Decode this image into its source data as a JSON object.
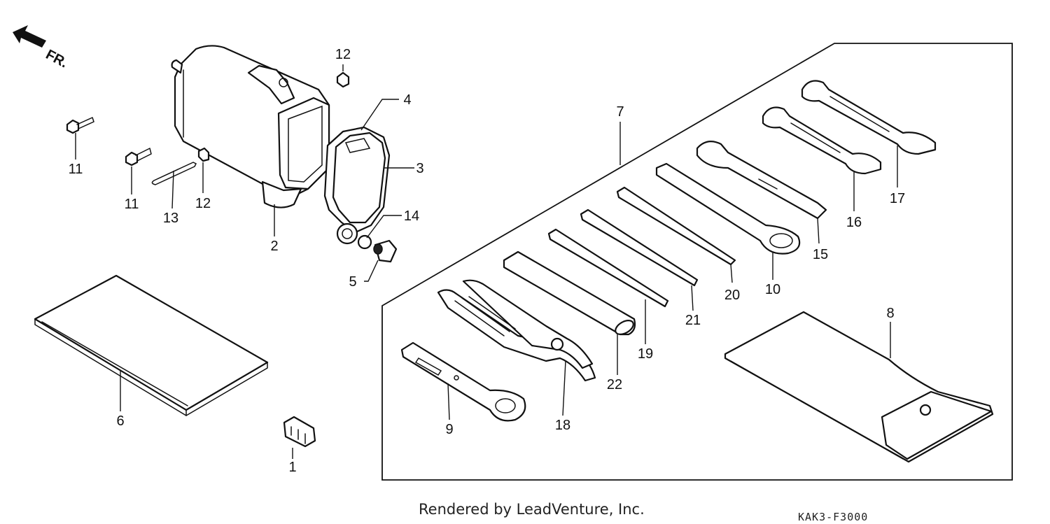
{
  "direction_label": "FR.",
  "callouts": [
    {
      "id": "c1",
      "text": "1"
    },
    {
      "id": "c2",
      "text": "2"
    },
    {
      "id": "c3",
      "text": "3"
    },
    {
      "id": "c4",
      "text": "4"
    },
    {
      "id": "c5",
      "text": "5"
    },
    {
      "id": "c6",
      "text": "6"
    },
    {
      "id": "c7",
      "text": "7"
    },
    {
      "id": "c8",
      "text": "8"
    },
    {
      "id": "c9",
      "text": "9"
    },
    {
      "id": "c10",
      "text": "10"
    },
    {
      "id": "c11a",
      "text": "11"
    },
    {
      "id": "c11b",
      "text": "11"
    },
    {
      "id": "c12a",
      "text": "12"
    },
    {
      "id": "c12b",
      "text": "12"
    },
    {
      "id": "c13",
      "text": "13"
    },
    {
      "id": "c14",
      "text": "14"
    },
    {
      "id": "c15",
      "text": "15"
    },
    {
      "id": "c16",
      "text": "16"
    },
    {
      "id": "c17",
      "text": "17"
    },
    {
      "id": "c18",
      "text": "18"
    },
    {
      "id": "c19",
      "text": "19"
    },
    {
      "id": "c20",
      "text": "20"
    },
    {
      "id": "c21",
      "text": "21"
    },
    {
      "id": "c22",
      "text": "22"
    }
  ],
  "footer": {
    "credit": "Rendered by LeadVenture, Inc.",
    "diagram_code": "KAK3-F3000"
  }
}
